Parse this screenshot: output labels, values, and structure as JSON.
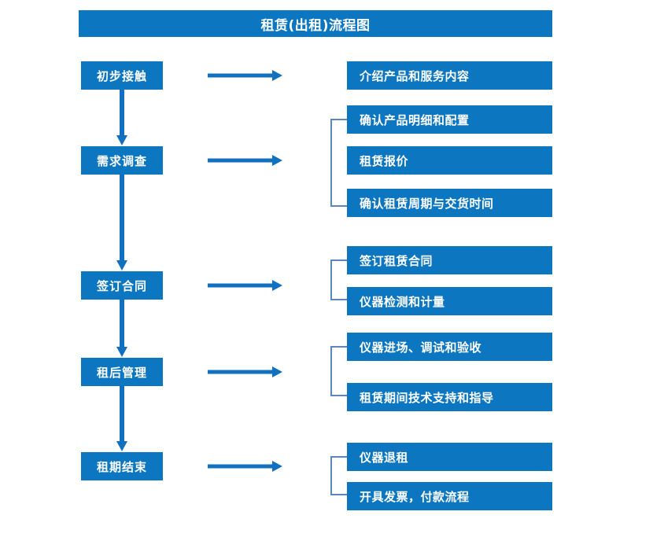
{
  "title": "租赁(出租)流程图",
  "colors": {
    "box_blue": "#0c76c0",
    "arrow_blue": "#1170bf",
    "bracket_blue": "#5b87bf",
    "text_white": "#ffffff",
    "background": "#ffffff"
  },
  "stages": [
    {
      "label": "初步接触"
    },
    {
      "label": "需求调查"
    },
    {
      "label": "签订合同"
    },
    {
      "label": "租后管理"
    },
    {
      "label": "租期结束"
    }
  ],
  "details": [
    {
      "label": "介绍产品和服务内容"
    },
    {
      "label": "确认产品明细和配置"
    },
    {
      "label": "租赁报价"
    },
    {
      "label": "确认租赁周期与交货时间"
    },
    {
      "label": "签订租赁合同"
    },
    {
      "label": "仪器检测和计量"
    },
    {
      "label": "仪器进场、调试和验收"
    },
    {
      "label": "租赁期间技术支持和指导"
    },
    {
      "label": "仪器退租"
    },
    {
      "label": "开具发票，付款流程"
    }
  ],
  "connectors": {
    "horizontal_arrows": 5,
    "vertical_arrows": 4,
    "brackets": 4
  }
}
